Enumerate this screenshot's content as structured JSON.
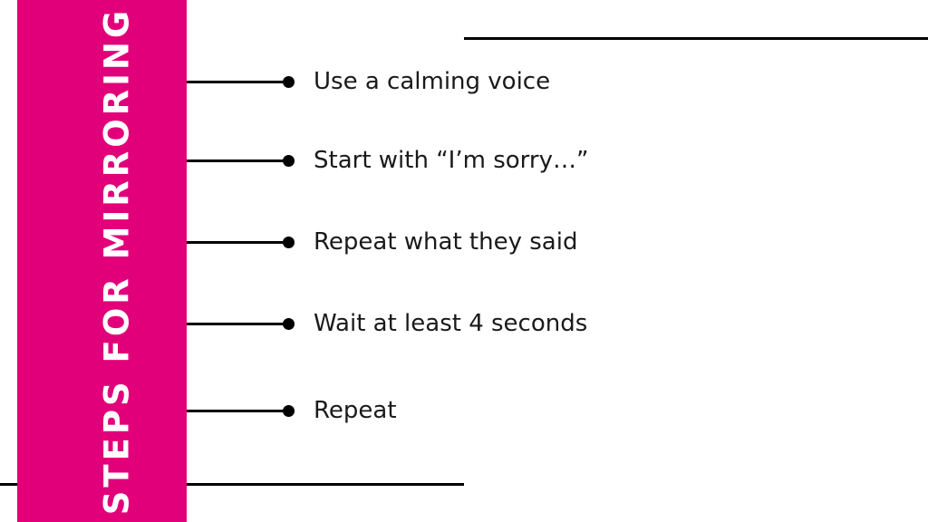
{
  "title": "STEPS FOR MIRRORING",
  "steps": [
    {
      "label": "Use a calming voice"
    },
    {
      "label": "Start with “I’m sorry…”"
    },
    {
      "label": "Repeat what they said"
    },
    {
      "label": "Wait at least 4 seconds"
    },
    {
      "label": "Repeat"
    }
  ],
  "colors": {
    "accent": "#e2007a",
    "lines": "#000000",
    "text": "#1a1a1a",
    "background": "#ffffff"
  }
}
